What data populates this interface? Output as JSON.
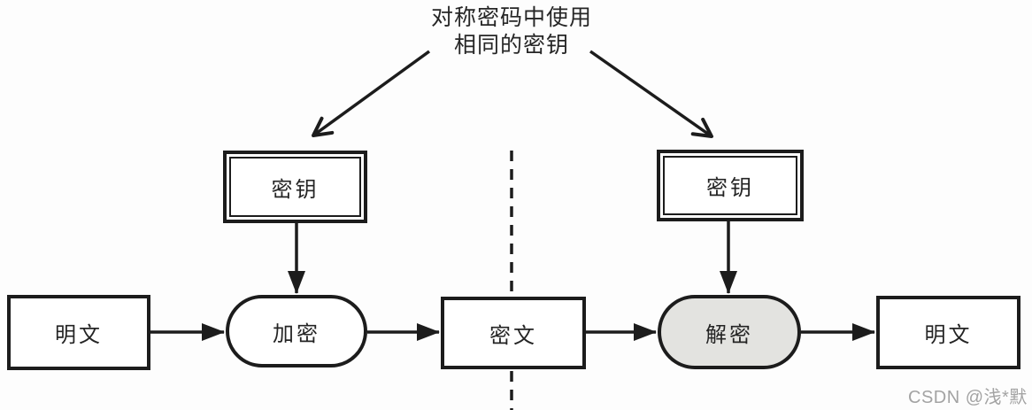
{
  "diagram": {
    "title_annotation": {
      "line1": "对称密码中使用",
      "line2": "相同的密钥"
    },
    "nodes": {
      "key_left": "密钥",
      "key_right": "密钥",
      "plaintext_left": "明文",
      "encrypt": "加密",
      "ciphertext": "密文",
      "decrypt": "解密",
      "plaintext_right": "明文"
    },
    "colors": {
      "line": "#1c1c1c",
      "decrypt_fill": "#e3e3e0",
      "background": "#fdfdfd",
      "watermark_text": "#a3a3a3"
    }
  },
  "watermark": "CSDN @浅*默"
}
